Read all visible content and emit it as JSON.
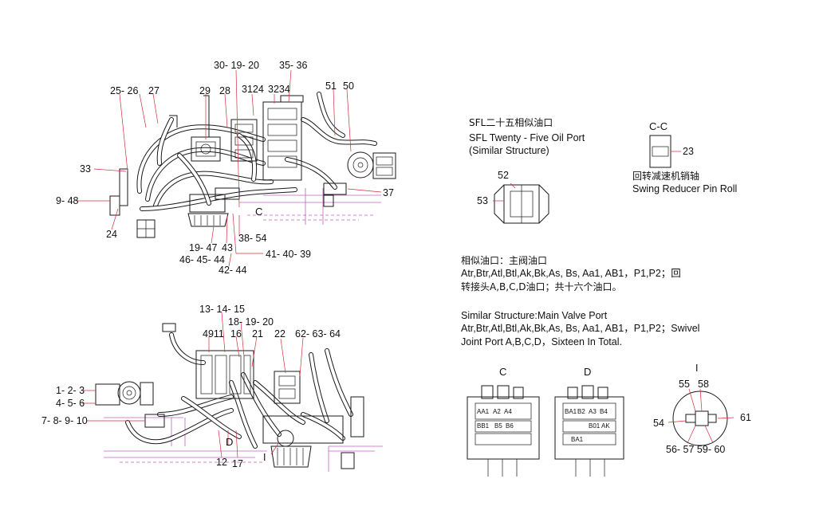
{
  "labels": {
    "top": {
      "p25_26": "25- 26",
      "p27": "27",
      "p29": "29",
      "p28": "28",
      "p30_19_20": "30- 19- 20",
      "p31_24": "3124",
      "p32_34": "3234",
      "p35_36": "35- 36",
      "p51": "51",
      "p50": "50",
      "p33": "33",
      "p9_48": "9- 48",
      "p24": "24",
      "p37": "37",
      "pC": "C",
      "p38_54": "38- 54",
      "p19_47": "19- 47",
      "p43": "43",
      "p41_40_39": "41- 40- 39",
      "p46_45_44": "46- 45- 44",
      "p42_44": "42- 44"
    },
    "bottom": {
      "p13_14_15": "13- 14- 15",
      "p18_19_20": "18- 19- 20",
      "p4911": "4911",
      "p16": "16",
      "p21": "21",
      "p22": "22",
      "p62_63_64": "62- 63- 64",
      "p1_2_3": "1- 2- 3",
      "p4_5_6": "4- 5- 6",
      "p7_8_9_10": "7- 8- 9- 10",
      "pD": "D",
      "p12": "12",
      "p17": "17",
      "pI": "I"
    },
    "details": {
      "p52": "52",
      "p53": "53",
      "cc_title": "C-C",
      "p23": "23",
      "c_title": "C",
      "d_title": "D",
      "i_title": "I",
      "p55": "55",
      "p58": "58",
      "p54": "54",
      "p61": "61",
      "p56_57_59_60": "56- 57 59- 60"
    }
  },
  "notes": {
    "sfl_cn": "SFL二十五相似油口",
    "sfl_en_1": "SFL Twenty - Five Oil Port",
    "sfl_en_2": "(Similar Structure)",
    "pin_cn": "回转减速机销轴",
    "pin_en": "Swing Reducer Pin Roll",
    "similar_cn_1": "相似油口：主阀油口",
    "similar_cn_2": "Atr,Btr,Atl,Btl,Ak,Bk,As, Bs, Aa1, AB1，P1,P2；回",
    "similar_cn_3": "转接头A,B,C,D油口；共十六个油口。",
    "similar_en_1": "Similar Structure:Main Valve Port",
    "similar_en_2": "Atr,Btr,Atl,Btl,Ak,Bk,As, Bs, Aa1, AB1，P1,P2；Swivel",
    "similar_en_3": "Joint Port A,B,C,D，Sixteen In Total."
  },
  "valve_ports": {
    "c_view": [
      "AA1",
      "A2",
      "A4",
      "BB1",
      "B5",
      "B6"
    ],
    "d_view": [
      "BA1",
      "B2",
      "A3",
      "B4",
      "B01",
      "BA1",
      "AK"
    ]
  },
  "colors": {
    "ink": "#111111",
    "leader": "#d0303a",
    "ground": "#c060c0"
  }
}
